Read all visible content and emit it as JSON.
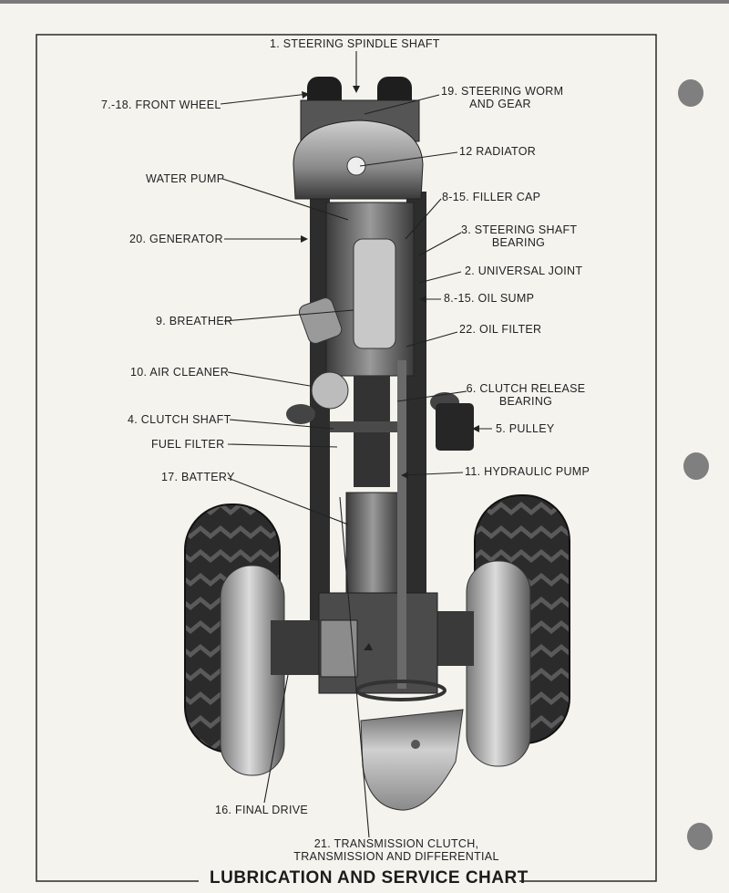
{
  "title": "LUBRICATION AND SERVICE CHART",
  "labels": {
    "steering_spindle_shaft": "1. STEERING SPINDLE SHAFT",
    "front_wheel": "7.-18. FRONT WHEEL",
    "steering_worm_line1": "19. STEERING WORM",
    "steering_worm_line2": "AND GEAR",
    "radiator": "12 RADIATOR",
    "water_pump": "WATER PUMP",
    "filler_cap": "8-15. FILLER CAP",
    "generator": "20. GENERATOR",
    "steering_shaft_bearing_line1": "3. STEERING SHAFT",
    "steering_shaft_bearing_line2": "BEARING",
    "universal_joint": "2. UNIVERSAL JOINT",
    "oil_sump": "8.-15. OIL SUMP",
    "breather": "9. BREATHER",
    "oil_filter": "22. OIL FILTER",
    "air_cleaner": "10. AIR CLEANER",
    "clutch_release_line1": "6. CLUTCH RELEASE",
    "clutch_release_line2": "BEARING",
    "clutch_shaft": "4. CLUTCH SHAFT",
    "pulley": "5. PULLEY",
    "fuel_filter": "FUEL FILTER",
    "battery": "17. BATTERY",
    "hydraulic_pump": "11. HYDRAULIC PUMP",
    "final_drive": "16. FINAL DRIVE",
    "transmission_line1": "21. TRANSMISSION CLUTCH,",
    "transmission_line2": "TRANSMISSION AND DIFFERENTIAL"
  },
  "colors": {
    "ink": "#222222",
    "paper": "#f4f3ee",
    "metal_dark": "#2a2a2a",
    "metal_mid": "#6d6d6d",
    "metal_light": "#b9b9b9",
    "hole": "#7f7f7f"
  }
}
